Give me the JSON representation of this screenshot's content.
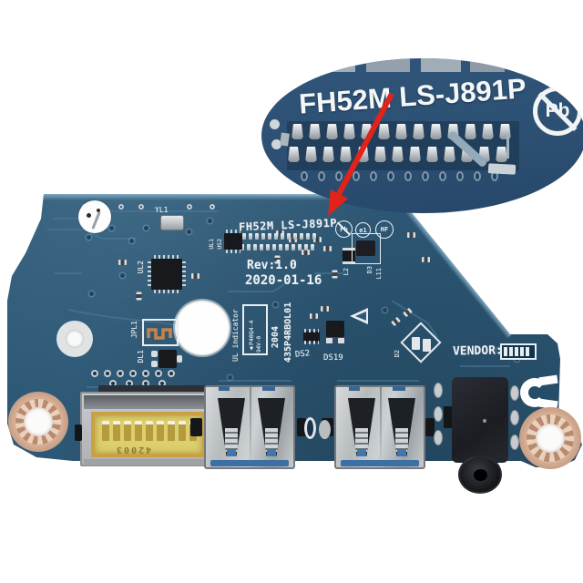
{
  "scene": {
    "type": "product-photo-of-laptop-io-board",
    "background": "#ffffff"
  },
  "colors": {
    "background": "#ffffff",
    "board_blue": "#2f5977",
    "board_dark": "#27506d",
    "inset_navy": "#2d5174",
    "silkscreen": "#eef2f5",
    "arrow_red": "#e3231a",
    "copper": "#cfa78e",
    "gold_window": "#d8c565",
    "usb_metal": "#bfc4c7",
    "usb_tongue": "#3c6fa3",
    "jack_black": "#1d1f24",
    "sd_frame": "#b5babd"
  },
  "inset": {
    "part_number": "FH52M LS-J891P",
    "pb_symbol": "Pb"
  },
  "arrow": {
    "color": "#e3231a"
  },
  "board": {
    "silkscreen": {
      "part_number": "FH52M LS-J891P",
      "pb_symbol": "Pb",
      "e_mark": "e1",
      "hf_mark": "HF",
      "revision": "Rev:1.0",
      "date": "2020-01-16",
      "vendor_label": "VENDOR:",
      "serial_vertical": "435P4RBOL01",
      "lot_vertical": "2004",
      "ul_text_vertical": "UL indicator",
      "ul_triangle": "▲",
      "ul_box_line1": "P40Q4-4",
      "ul_box_line2": "94V-0"
    },
    "refs": {
      "yl1": "YL1",
      "ul2": "UL2",
      "ul1": "UL1",
      "us2": "US2",
      "jpl1": "JPL1",
      "dl1": "DL1",
      "l2": "L2",
      "d3": "D3",
      "l11": "L11",
      "ds2": "DS2",
      "ds19": "DS19",
      "d2": "D2"
    },
    "sd_reader": {
      "marking": "42003"
    },
    "connectors": [
      "sd-card-reader",
      "usb-port",
      "usb-port",
      "audio-jack"
    ]
  },
  "decor_counts": {
    "inset_pins_row1": 13,
    "inset_pins_row2": 13,
    "inset_holes": 12,
    "sd_pins": 9,
    "pads_row_a": 7,
    "pads_row_b": 4,
    "ffc_pads_row1": 12,
    "ffc_pads_row2": 12,
    "audio_pads_left": 3,
    "audio_pads_right": 3,
    "vendor_bars": 5
  }
}
